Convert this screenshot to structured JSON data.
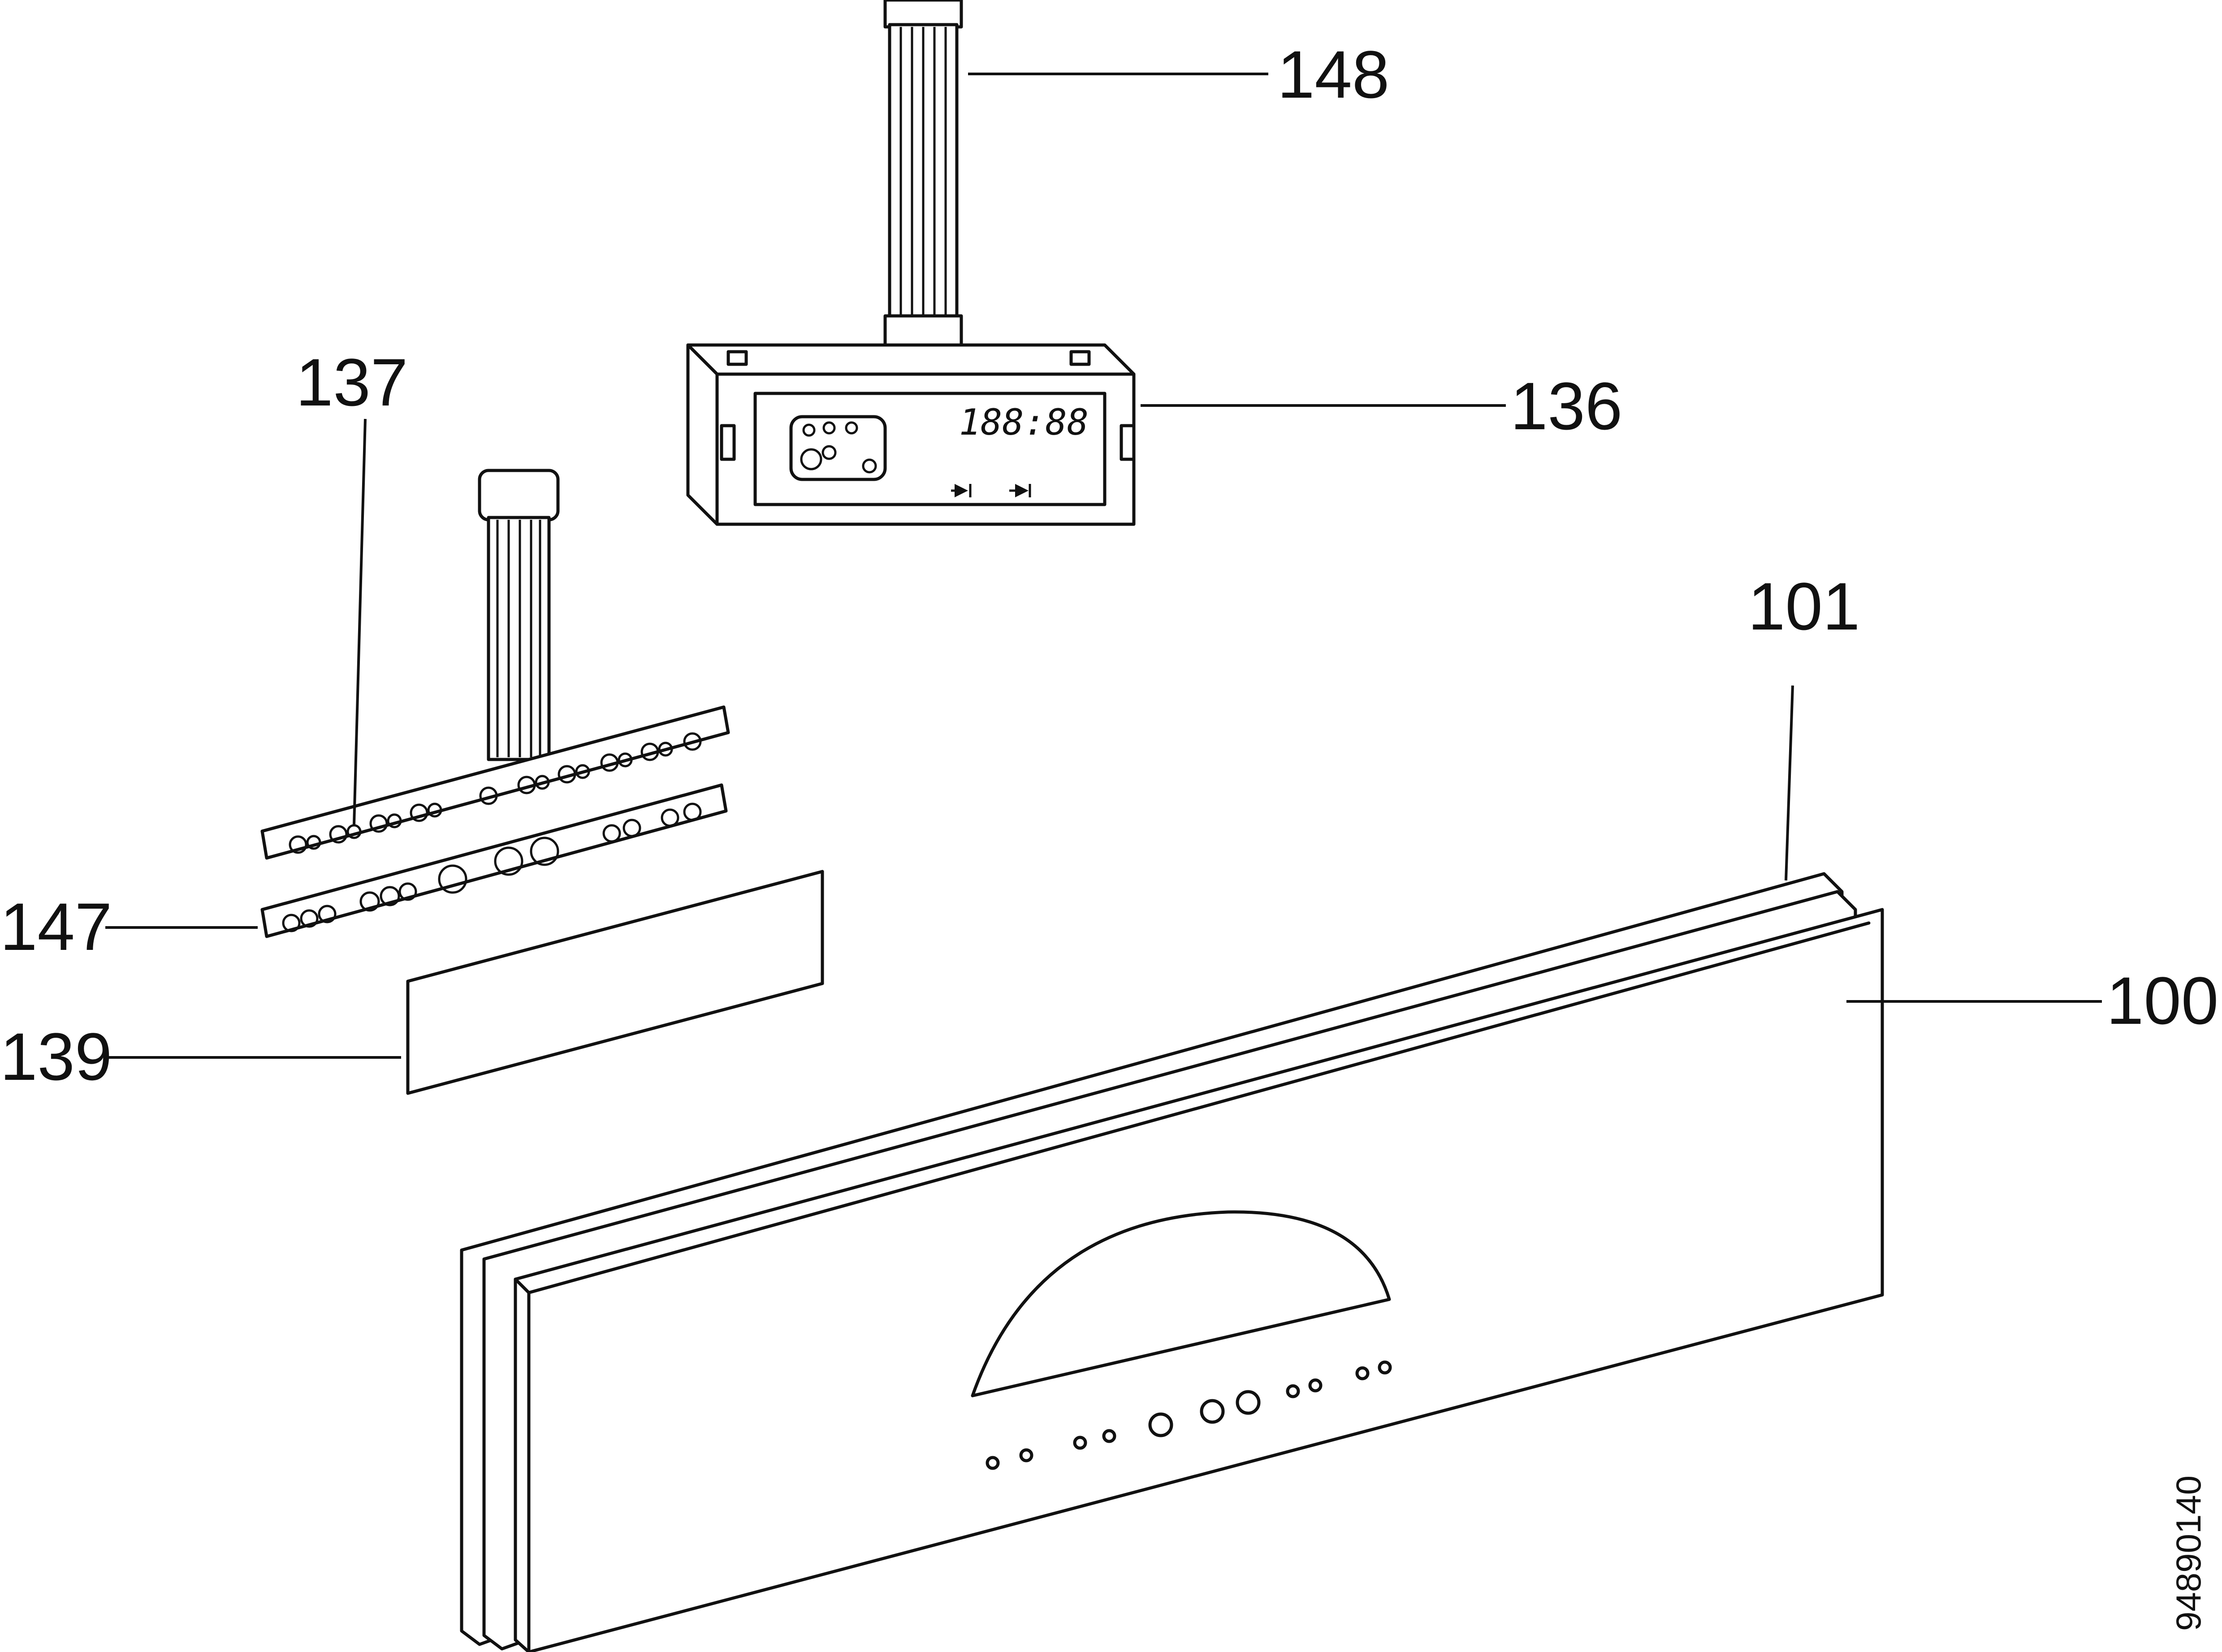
{
  "callouts": {
    "c148": "148",
    "c136": "136",
    "c137": "137",
    "c101": "101",
    "c100": "100",
    "c147": "147",
    "c139": "139"
  },
  "display_readout": "188:88",
  "drawing_number": "94890140"
}
